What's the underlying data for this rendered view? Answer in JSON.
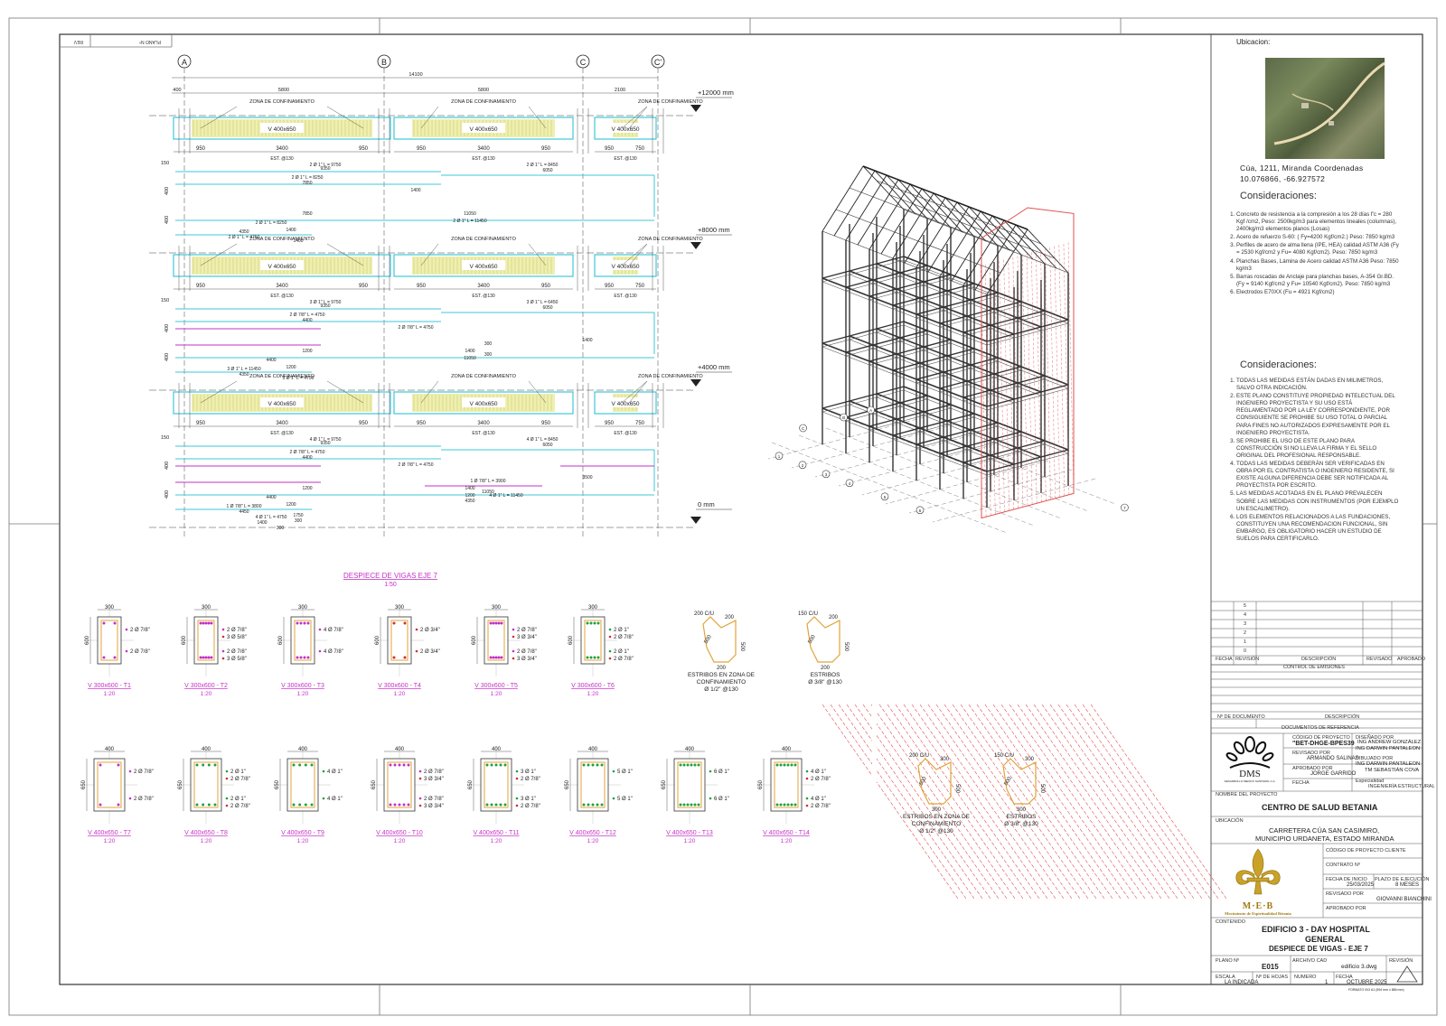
{
  "sheet": {
    "corner_left": "REV",
    "corner_mid": "PLANO Nº"
  },
  "grid": {
    "axes": [
      "A",
      "B",
      "C",
      "C'"
    ],
    "total": "14100",
    "spans": [
      "5800",
      "5800",
      "2100"
    ],
    "left_offset": "400",
    "levels": [
      "+12000 mm",
      "+8000 mm",
      "+4000 mm",
      "0 mm"
    ]
  },
  "beams": {
    "zone_label": "ZONA DE CONFINAMIENTO",
    "section": "V 400x650",
    "conf_len": "950",
    "mid_len": "3400",
    "mid_len_short": "750",
    "est": "EST. @130",
    "dim_150": "150",
    "dim_400": "400",
    "level1": {
      "bars": [
        "2 Ø 1\" L = 9750",
        "9350",
        "2 Ø 1\" L = 8250",
        "7850",
        "7850",
        "2 Ø 1\" L = 8250",
        "1400",
        "1400",
        "2 Ø 1\" L = 8450",
        "6050",
        "11050",
        "2 Ø 1\" L = 11450",
        "4350",
        "2 Ø 1\" L = 4750",
        "1400"
      ]
    },
    "level2": {
      "bars": [
        "3 Ø 1\" L = 9750",
        "9350",
        "2 Ø 7/8\" L = 4750",
        "4400",
        "1200",
        "4400",
        "2 Ø 7/8\" L = 4750",
        "1200",
        "3 Ø 1\" L = 6450",
        "6050",
        "1400",
        "11050",
        "3 Ø 1\" L = 11450",
        "4350",
        "3 Ø 1\" L = 4750",
        "1400",
        "300",
        "300"
      ]
    },
    "level3": {
      "bars": [
        "4 Ø 1\" L = 9750",
        "9350",
        "2 Ø 7/8\" L = 4750",
        "4400",
        "1200",
        "4400",
        "2 Ø 7/8\" L = 4750",
        "1200",
        "4 Ø 1\" L = 8450",
        "6050",
        "1400",
        "1200",
        "1 Ø 7/8\" L = 3800",
        "4450",
        "1750",
        "3500",
        "1 Ø 7/8\" L = 3900",
        "11050",
        "4 Ø 1\" L = 11450",
        "4350",
        "4 Ø 1\" L = 4750",
        "1400",
        "300",
        "300"
      ]
    }
  },
  "despiece": {
    "title": "DESPIECE DE VIGAS EJE 7",
    "scale": "1:50"
  },
  "sections_row1": [
    {
      "width": "300",
      "height": "600",
      "top": "2 Ø 7/8\"",
      "top2": "",
      "bot": "2 Ø 7/8\"",
      "bot2": "",
      "name": "V 300x600 - T1",
      "scale": "1:20"
    },
    {
      "width": "300",
      "height": "600",
      "top": "2 Ø 7/8\"",
      "top2": "3 Ø 5/8\"",
      "bot": "2 Ø 7/8\"",
      "bot2": "3 Ø 5/8\"",
      "name": "V 300x600 - T2",
      "scale": "1:20"
    },
    {
      "width": "300",
      "height": "600",
      "top": "4 Ø 7/8\"",
      "top2": "",
      "bot": "4 Ø 7/8\"",
      "bot2": "",
      "name": "V 300x600 - T3",
      "scale": "1:20"
    },
    {
      "width": "300",
      "height": "600",
      "top": "2 Ø 3/4\"",
      "top2": "",
      "bot": "2 Ø 3/4\"",
      "bot2": "",
      "name": "V 300x600 - T4",
      "scale": "1:20"
    },
    {
      "width": "300",
      "height": "600",
      "top": "2 Ø 7/8\"",
      "top2": "3 Ø 3/4\"",
      "bot": "2 Ø 7/8\"",
      "bot2": "3 Ø 3/4\"",
      "name": "V 300x600 - T5",
      "scale": "1:20"
    },
    {
      "width": "300",
      "height": "600",
      "top": "2 Ø 1\"",
      "top2": "2 Ø 7/8\"",
      "bot": "2 Ø 1\"",
      "bot2": "2 Ø 7/8\"",
      "name": "V 300x600 - T6",
      "scale": "1:20"
    }
  ],
  "sections_row2": [
    {
      "width": "400",
      "height": "650",
      "top": "2 Ø 7/8\"",
      "top2": "",
      "bot": "2 Ø 7/8\"",
      "bot2": "",
      "name": "V 400x650 - T7",
      "scale": "1:20"
    },
    {
      "width": "400",
      "height": "650",
      "top": "2 Ø 1\"",
      "top2": "2 Ø 7/8\"",
      "bot": "2 Ø 1\"",
      "bot2": "2 Ø 7/8\"",
      "name": "V 400x650 - T8",
      "scale": "1:20"
    },
    {
      "width": "400",
      "height": "650",
      "top": "4 Ø 1\"",
      "top2": "",
      "bot": "4 Ø 1\"",
      "bot2": "",
      "name": "V 400x650 - T9",
      "scale": "1:20"
    },
    {
      "width": "400",
      "height": "650",
      "top": "2 Ø 7/8\"",
      "top2": "3 Ø 3/4\"",
      "bot": "2 Ø 7/8\"",
      "bot2": "3 Ø 3/4\"",
      "name": "V 400x650 - T10",
      "scale": "1:20"
    },
    {
      "width": "400",
      "height": "650",
      "top": "3 Ø 1\"",
      "top2": "2 Ø 7/8\"",
      "bot": "3 Ø 1\"",
      "bot2": "2 Ø 7/8\"",
      "name": "V 400x650 - T11",
      "scale": "1:20"
    },
    {
      "width": "400",
      "height": "650",
      "top": "5 Ø 1\"",
      "top2": "",
      "bot": "5 Ø 1\"",
      "bot2": "",
      "name": "V 400x650 - T12",
      "scale": "1:20"
    },
    {
      "width": "400",
      "height": "650",
      "top": "6 Ø 1\"",
      "top2": "",
      "bot": "6 Ø 1\"",
      "bot2": "",
      "name": "V 400x650 - T13",
      "scale": "1:20"
    },
    {
      "width": "400",
      "height": "650",
      "top": "4 Ø 1\"",
      "top2": "2 Ø 7/8\"",
      "bot": "4 Ø 1\"",
      "bot2": "2 Ø 7/8\"",
      "name": "V 400x650 - T14",
      "scale": "1:20"
    }
  ],
  "stirrups": [
    {
      "hook": "200 C/U",
      "w": "200",
      "h": "500",
      "side": "500",
      "bottom": "200",
      "label1": "ESTRIBOS EN ZONA DE",
      "label2": "CONFINAMIENTO",
      "label3": "Ø 1/2\" @130"
    },
    {
      "hook": "150 C/U",
      "w": "200",
      "h": "500",
      "side": "500",
      "bottom": "200",
      "label1": "ESTRIBOS",
      "label2": "Ø 3/8\" @130",
      "label3": ""
    }
  ],
  "stirrups_hatched": [
    {
      "hook": "200 C/U",
      "w": "300",
      "h": "500",
      "side": "500",
      "bottom": "300",
      "label1": "ESTRIBOS EN ZONA DE",
      "label2": "CONFINAMIENTO",
      "label3": "Ø 1/2\" @130"
    },
    {
      "hook": "150 C/U",
      "w": "300",
      "h": "500",
      "side": "500",
      "bottom": "300",
      "label1": "ESTRIBOS",
      "label2": "Ø 3/8\" @130",
      "label3": ""
    }
  ],
  "iso_axes": [
    "A",
    "B",
    "C",
    "1",
    "2",
    "3",
    "4",
    "5",
    "6",
    "7"
  ],
  "panel": {
    "ubicacion_label": "Ubicacion:",
    "address": "Cúa, 1211, Miranda Coordenadas",
    "coords": "10.076866, -66.927572",
    "cons1_title": "Consideraciones:",
    "cons1": [
      "Concreto de resistencia a la compresión a los 28 días f'c = 280 Kgf /cm2, Peso: 2500kg/m3 para elementos lineales (columnas), 2400kg/m3 elementos planos (Losas)",
      "Acero de refuerzo S-60: ( Fy=4200 Kgf/cm2.) Peso: 7850 kg/m3",
      "Perfiles de acero de alma llena (IPE, HEA) calidad ASTM A36 (Fy = 2530 Kgf/cm2 y Fu= 4080 Kgf/cm2). Peso: 7850 kg/m3",
      "Planchas Bases, Lámina de Acero calidad ASTM A36 Peso: 7850 kg/m3",
      "Barras roscadas de Anclaje para planchas bases, A-354 Gr.BD. (Fy = 9140 Kgf/cm2 y Fu= 10540 Kgf/cm2). Peso: 7850 kg/m3",
      "Electrodos E70XX (Fu = 4921 Kgf/cm2)"
    ],
    "cons2_title": "Consideraciones:",
    "cons2": [
      "TODAS LAS MEDIDAS ESTÁN DADAS EN MILIMETROS, SALVO OTRA INDICACIÓN.",
      "ESTE PLANO CONSTITUYE PROPIEDAD INTELECTUAL DEL INGENIERO PROYECTISTA Y SU USO ESTÁ REGLAMENTADO POR LA LEY CORRESPONDIENTE, POR CONSIGUIENTE SE PROHIBE SU USO TOTAL O PARCIAL PARA FINES NO AUTORIZADOS EXPRESAMENTE POR EL INGENIERO PROYECTISTA.",
      "SE PROHIBE EL USO DE ESTE PLANO PARA CONSTRUCCIÓN SI NO LLEVA LA FIRMA Y EL SELLO ORIGINAL DEL PROFESIONAL RESPONSABLE.",
      "TODAS LAS MEDIDAS DEBERÁN SER VERIFICADAS EN OBRA POR EL CONTRATISTA O INGENIERO RESIDENTE, SI EXISTE ALGUNA DIFERENCIA DEBE SER NOTIFICADA AL PROYECTISTA POR ESCRITO.",
      "LAS MEDIDAS ACOTADAS EN EL PLANO PREVALECEN SOBRE LAS MEDIDAS CON INSTRUMENTOS (POR EJEMPLO UN ESCALIMETRO).",
      "LOS ELEMENTOS RELACIONADOS A LAS FUNDACIONES, CONSTITUYEN UNA RECOMENDACION FUNCIONAL, SIN EMBARGO, ES OBLIGATORIO HACER UN ESTUDIO DE SUELOS PARA CERTIFICARLO."
    ],
    "rev_numbers": [
      "5",
      "4",
      "3",
      "2",
      "1",
      "0"
    ],
    "rev_headers": [
      "FECHA",
      "REVISIÓN",
      "DESCRIPCIÓN",
      "REVISADO",
      "APROBADO"
    ],
    "control": "CONTROL DE EMISIONES",
    "doc_headers": [
      "Nº DE DOCUMENTO",
      "DESCRIPCIÓN"
    ],
    "doc_ref": "DOCUMENTOS DE REFERENCIA",
    "codigo_label": "CÓDIGO DE PROYECTO",
    "codigo": "\"BET-DHGE-BPES39",
    "revisado_label": "REVISADO POR",
    "revisado": "ARMANDO SALINAS",
    "aprobado_label": "APROBADO POR",
    "aprobado": "JORGE GARRIDO",
    "disenado_label": "DISEÑADO POR",
    "disenado1": "ING ANDREW GONZÁLEZ",
    "disenado2": "ING DARWIN PANTALEON",
    "dibujado_label": "DIBUJADO POR",
    "dibujado1": "ING DARWIN PANTALEON",
    "dibujado2": "TM SEBASTIÁN COVA",
    "fecha_label": "FECHA",
    "especialidad_label": "Especialidad",
    "especialidad": "INGENIERÍA ESTRUCTURAL",
    "dms_logo": "DMS",
    "dms_sub": "DESARROLLO MEDICO SANTAROL C.A.",
    "nombre_label": "NOMBRE DEL PROYECTO",
    "nombre": "CENTRO DE SALUD BETANIA",
    "ubic_label": "UBICACIÓN",
    "ubic1": "CARRETERA CÚA SAN CASIMIRO,",
    "ubic2": "MUNICIPIO URDANETA, ESTADO MIRANDA",
    "cod_cliente": "CÓDIGO DE PROYECTO CLIENTE",
    "contrato": "CONTRATO Nº",
    "fecha_inicio_label": "FECHA DE INICIO",
    "fecha_inicio": "25/03/2025",
    "plazo_label": "PLAZO DE EJECUCIÓN",
    "plazo": "8 MESES",
    "rev_por_label": "REVISADO POR",
    "rev_por": "GIOVANNI BIANCHINI",
    "apr_por_label": "APROBADO POR",
    "meb_logo": "M·E·B",
    "meb_sub": "Movimiento de Espiritualidad Betania",
    "contenido_label": "CONTENIDO",
    "contenido1": "EDIFICIO 3 - DAY HOSPITAL",
    "contenido2": "GENERAL",
    "contenido3": "DESPIECE DE VIGAS - EJE 7",
    "plano_label": "PLANO Nº",
    "plano": "E015",
    "archivo_label": "ARCHIVO CAD",
    "archivo": "edificio 3.dwg",
    "revision_label": "REVISIÓN",
    "escala_label": "ESCALA",
    "escala": "LA INDICADA",
    "hojas_label": "Nº DE HOJAS",
    "numero_label": "NUMERO",
    "numero": "1",
    "fecha2_label": "FECHA",
    "fecha2": "OCTUBRE 2025",
    "formato": "FORMATO ISO A1 (594 mm x 886 mm)"
  },
  "colors": {
    "cyan": "#3fc7d8",
    "magenta": "#c531c5",
    "confinement_fill": "#eef0b0",
    "stirrup": "#e0a43a",
    "hatch": "#e05050"
  }
}
